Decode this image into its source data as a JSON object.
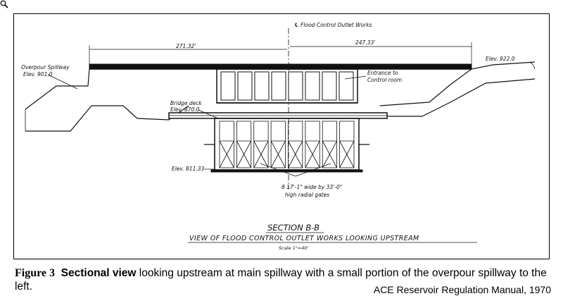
{
  "drawing": {
    "centerline_label": "℄ Flood Control Outlet Works",
    "dim_left": "271.32'",
    "dim_right": "247.33'",
    "overpour_line1": "Overpour Spillway",
    "overpour_line2": "Elev. 901.0",
    "elev_right": "Elev. 922.0",
    "entrance_line1": "Entrance to",
    "entrance_line2": "Control room",
    "bridge_line1": "Bridge deck",
    "bridge_line2": "Elev. 870.0",
    "elev_bottom": "Elev. 811.33",
    "gates_line1": "8 17'-1\" wide by 33'-0\"",
    "gates_line2": "high radial gates",
    "section_title": "SECTION B-B",
    "section_subtitle": "VIEW OF FLOOD CONTROL OUTLET WORKS LOOKING UPSTREAM",
    "scale": "Scale 1\"=40'"
  },
  "caption": {
    "figure_label": "Figure 3",
    "bold_phrase": "Sectional view",
    "text": " looking upstream at main spillway with a small portion of the overpour spillway to the left.",
    "source": "ACE Reservoir Regulation Manual, 1970"
  }
}
